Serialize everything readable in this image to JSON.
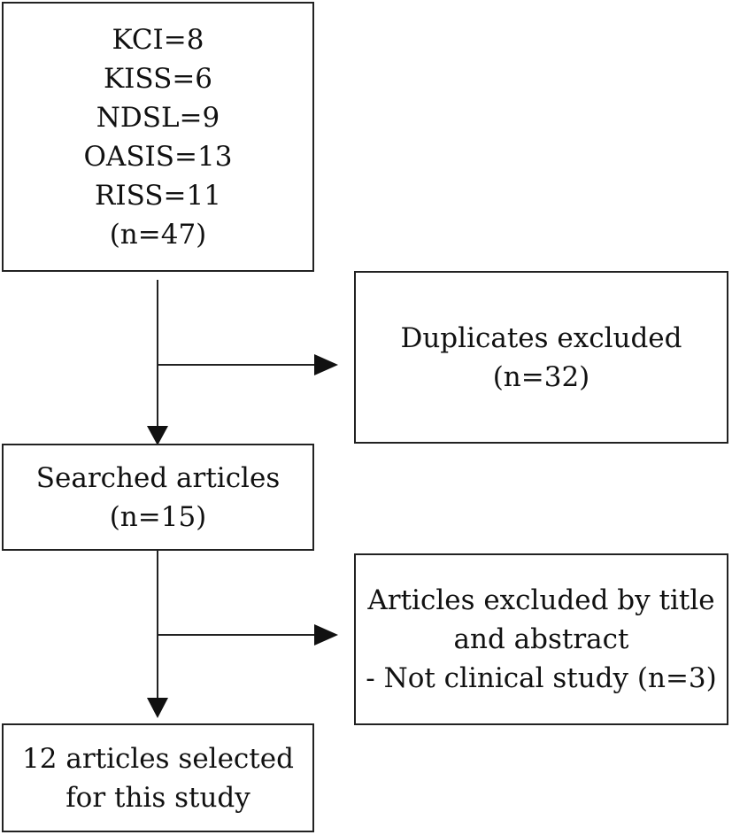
{
  "flowchart": {
    "sources_box": {
      "lines": [
        "KCI=8",
        "KISS=6",
        "NDSL=9",
        "OASIS=13",
        "RISS=11",
        "(n=47)"
      ]
    },
    "duplicates_box": {
      "lines": [
        "Duplicates excluded",
        "(n=32)"
      ]
    },
    "searched_box": {
      "lines": [
        "Searched articles",
        "(n=15)"
      ]
    },
    "excluded_box": {
      "lines": [
        "Articles excluded by title",
        "and abstract",
        "- Not clinical study (n=3)"
      ]
    },
    "selected_box": {
      "lines": [
        "12 articles selected",
        "for this study"
      ]
    }
  }
}
